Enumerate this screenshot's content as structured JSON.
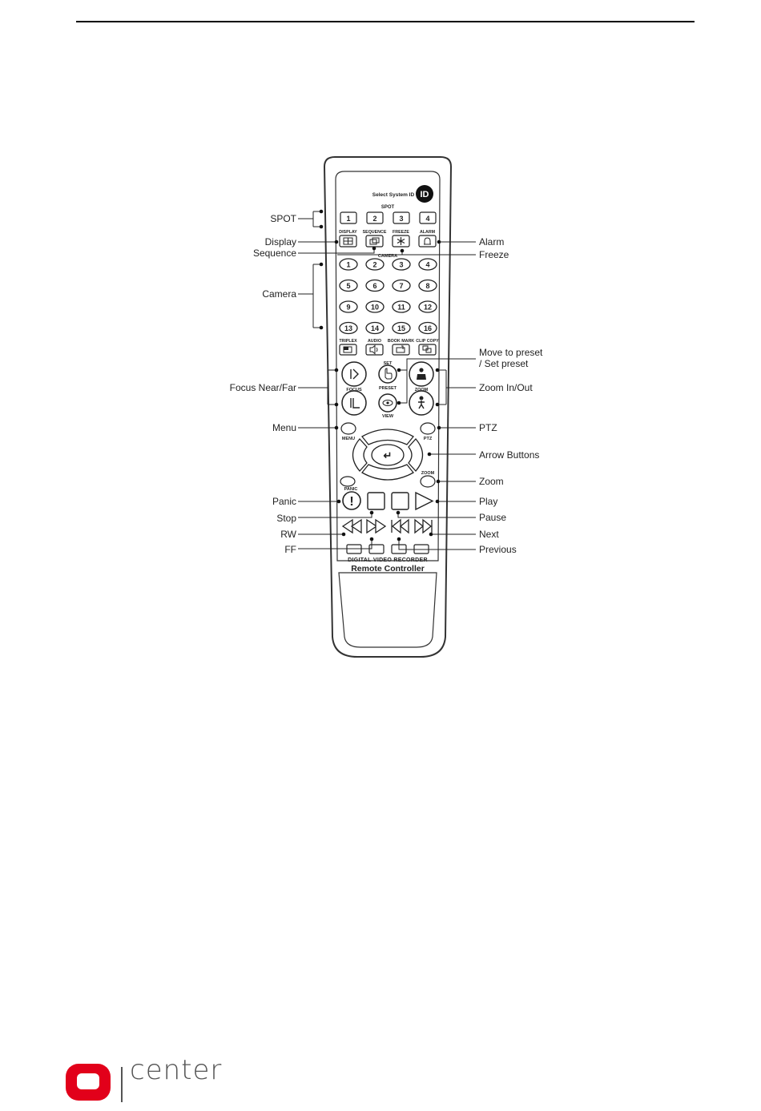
{
  "remote": {
    "select_system_id": "Select System ID",
    "id_badge": "ID",
    "spot_header": "SPOT",
    "spot_buttons": [
      "1",
      "2",
      "3",
      "4"
    ],
    "function_labels": [
      "DISPLAY",
      "SEQUENCE",
      "FREEZE",
      "ALARM"
    ],
    "camera_header": "CAMERA",
    "camera_buttons": [
      "1",
      "2",
      "3",
      "4",
      "5",
      "6",
      "7",
      "8",
      "9",
      "10",
      "11",
      "12",
      "13",
      "14",
      "15",
      "16"
    ],
    "media_labels": [
      "TRIPLEX",
      "AUDIO",
      "BOOK MARK",
      "CLIP COPY"
    ],
    "focus_label": "FOCUS",
    "set_label": "SET",
    "preset_label": "PRESET",
    "view_label": "VIEW",
    "zoom_label": "ZOOM",
    "menu_label": "MENU",
    "ptz_label": "PTZ",
    "zoom2_label": "ZOOM",
    "panic_label": "PANIC",
    "panic_glyph": "!",
    "enter_glyph": "↵",
    "brand_line1": "DIGITAL VIDEO RECORDER",
    "brand_line2": "Remote Controller"
  },
  "callouts": {
    "spot": "SPOT",
    "display": "Display",
    "sequence": "Sequence",
    "camera": "Camera",
    "focus": "Focus Near/Far",
    "menu": "Menu",
    "panic": "Panic",
    "stop": "Stop",
    "rw": "RW",
    "ff": "FF",
    "alarm": "Alarm",
    "freeze": "Freeze",
    "preset_line1": "Move to preset",
    "preset_line2": "/ Set preset",
    "zoom_inout": "Zoom In/Out",
    "ptz": "PTZ",
    "arrow": "Arrow Buttons",
    "zoom": "Zoom",
    "play": "Play",
    "pause": "Pause",
    "next": "Next",
    "previous": "Previous"
  },
  "logo": {
    "text": "center",
    "brand_color": "#e2001a"
  }
}
